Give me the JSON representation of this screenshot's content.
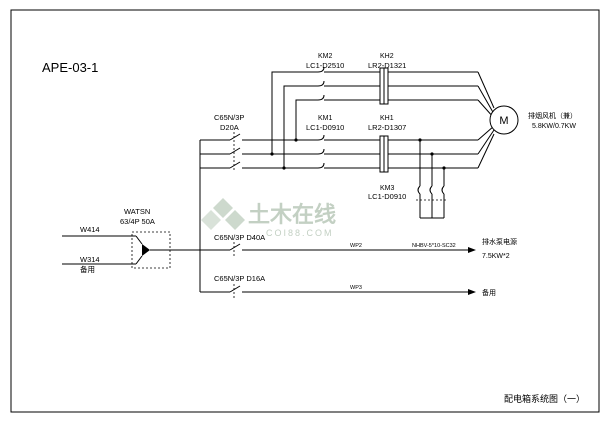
{
  "drawing": {
    "id": "APE-03-1",
    "title": "配电箱系统图（一）"
  },
  "incoming": {
    "feeder_main": "W414",
    "feeder_backup": "W314",
    "backup_note": "备用",
    "ats_model": "WATSN",
    "ats_rating": "63/4P 50A"
  },
  "fan_circuit": {
    "breaker_model": "C65N/3P",
    "breaker_rating": "D20A",
    "km2_tag": "KM2",
    "km2_model": "LC1-D2510",
    "kh2_tag": "KH2",
    "kh2_model": "LR2-D1321",
    "km1_tag": "KM1",
    "km1_model": "LC1-D0910",
    "kh1_tag": "KH1",
    "kh1_model": "LR2-D1307",
    "km3_tag": "KM3",
    "km3_model": "LC1-D0910",
    "motor_symbol": "M",
    "load_name": "排烟风机（兼）",
    "load_power": "5.8KW/0.7KW"
  },
  "pump_circuit": {
    "breaker": "C65N/3P D40A",
    "wire_no": "WP2",
    "cable": "NHBV-5*10-SC32",
    "load_name": "排水泵电源",
    "load_power": "7.5KW*2"
  },
  "spare_circuit": {
    "breaker": "C65N/3P D16A",
    "wire_no": "WP3",
    "load_name": "备用"
  },
  "watermark": {
    "text_cn": "土木在线",
    "text_en": "COI88.COM"
  }
}
